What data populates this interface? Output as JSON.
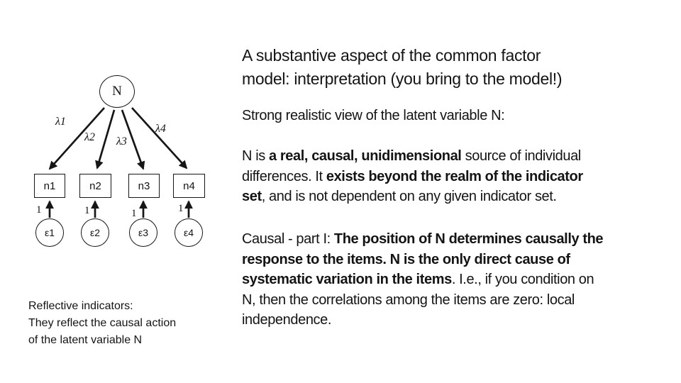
{
  "slide": {
    "title_lines": [
      "A substantive aspect of the common factor",
      "model: interpretation (you bring to the model!)"
    ],
    "subtitle": "Strong realistic view of the latent variable N:",
    "para1_lines": [
      [
        {
          "t": "N is ",
          "b": false
        },
        {
          "t": "a real, causal, unidimensional",
          "b": true
        },
        {
          "t": " source of individual",
          "b": false
        }
      ],
      [
        {
          "t": "differences. It ",
          "b": false
        },
        {
          "t": "exists beyond the realm of the indicator",
          "b": true
        }
      ],
      [
        {
          "t": "set",
          "b": true
        },
        {
          "t": ", and is not dependent on any given indicator set.",
          "b": false
        }
      ]
    ],
    "para2_lines": [
      [
        {
          "t": "Causal - part I: ",
          "b": false
        },
        {
          "t": "The position of N determines causally the",
          "b": true
        }
      ],
      [
        {
          "t": "response to the items. N is the only direct cause of",
          "b": true
        }
      ],
      [
        {
          "t": "systematic variation in the items",
          "b": true
        },
        {
          "t": ". I.e., if you condition on",
          "b": false
        }
      ],
      [
        {
          "t": "N, then the correlations among the items are zero: local",
          "b": false
        }
      ],
      [
        {
          "t": "independence.",
          "b": false
        }
      ]
    ]
  },
  "diagram": {
    "factor": "N",
    "loadings": [
      "λ1",
      "λ2",
      "λ3",
      "λ4"
    ],
    "indicators": [
      "n1",
      "n2",
      "n3",
      "n4"
    ],
    "unit_labels": [
      "1",
      "1",
      "1",
      "1"
    ],
    "errors": [
      "ε1",
      "ε2",
      "ε3",
      "ε4"
    ],
    "caption_lines": [
      "Reflective indicators:",
      "They reflect the causal action",
      "of the latent variable N"
    ]
  },
  "colors": {
    "ink": "#141414",
    "background": "#ffffff"
  }
}
